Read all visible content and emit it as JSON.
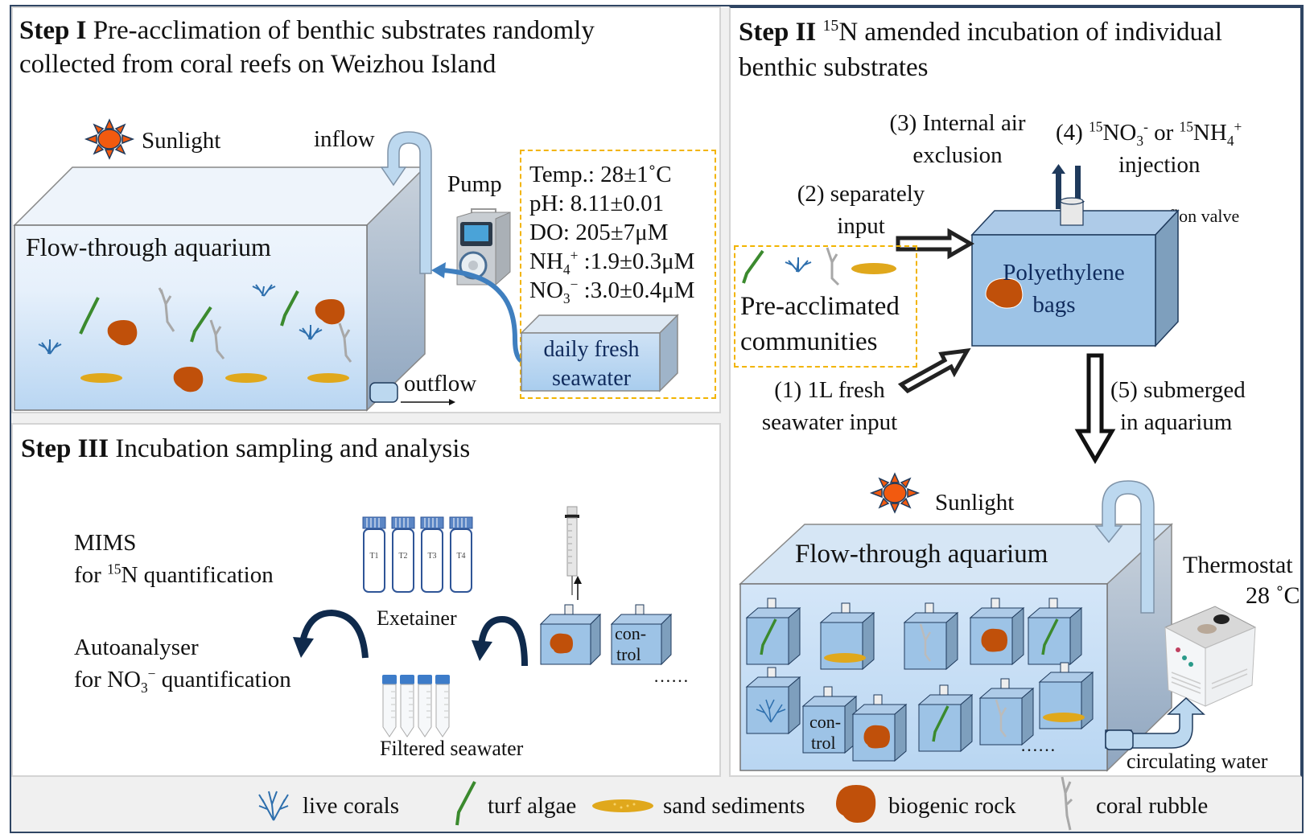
{
  "step1": {
    "title_bold": "Step I",
    "title_line1": " Pre-acclimation of benthic substrates randomly",
    "title_line2": "collected from coral reefs on Weizhou Island",
    "sunlight": "Sunlight",
    "inflow": "inflow",
    "pump": "Pump",
    "aquarium_label": "Flow-through aquarium",
    "outflow": "outflow",
    "fresh_seawater_line1": "daily fresh",
    "fresh_seawater_line2": "seawater",
    "params": {
      "temp": "Temp.: 28±1˚C",
      "ph": "pH: 8.11±0.01",
      "do": "DO: 205±7μM",
      "nh4_prefix": "NH",
      "nh4_sub": "4",
      "nh4_sup": "+",
      "nh4_value": " :1.9±0.3μM",
      "no3_prefix": "NO",
      "no3_sub": "3",
      "no3_sup": "−",
      "no3_value": " :3.0±0.4μM"
    }
  },
  "step2": {
    "title_bold": "Step II",
    "title_sup": "15",
    "title_line1": "N amended incubation of individual",
    "title_line2": "benthic substrates",
    "step3_label_line1": "(3) Internal air",
    "step3_label_line2": "exclusion",
    "step4_prefix": "(4) ",
    "step4_sup1": "15",
    "step4_no": "NO",
    "step4_sub1": "3",
    "step4_sup2": "-",
    "step4_or": " or ",
    "step4_sup3": "15",
    "step4_nh": "NH",
    "step4_sub2": "4",
    "step4_sup4": "+",
    "step4_line2": "injection",
    "step2_label_line1": "(2) separately",
    "step2_label_line2": "input",
    "teflon_valve": "Teflon valve",
    "communities_line1": "Pre-acclimated",
    "communities_line2": "communities",
    "bag_line1": "Polyethylene",
    "bag_line2": "bags",
    "step1_label_line1": "(1) 1L fresh",
    "step1_label_line2": "seawater input",
    "step5_label_line1": "(5) submerged",
    "step5_label_line2": "in aquarium",
    "sunlight": "Sunlight",
    "aquarium_label": "Flow-through aquarium",
    "thermostat": "Thermostat",
    "thermostat_temp": "28 ˚C",
    "circulating_water": "circulating water",
    "control_line1": "con-",
    "control_line2": "trol",
    "ellipsis": "……"
  },
  "step3": {
    "title_bold": "Step III",
    "title_rest": " Incubation sampling and analysis",
    "mims": "MIMS",
    "mims_for_prefix": "for ",
    "mims_sup": "15",
    "mims_for_rest": "N quantification",
    "autoanalyser": "Autoanalyser",
    "auto_for_prefix": "for NO",
    "auto_sub": "3",
    "auto_sup": "−",
    "auto_for_rest": " quantification",
    "exetainer": "Exetainer",
    "vials": [
      "T1",
      "T2",
      "T3",
      "T4"
    ],
    "filtered_seawater": "Filtered seawater",
    "control_line1": "con-",
    "control_line2": "trol",
    "ellipsis": "……"
  },
  "legend": {
    "items": [
      {
        "icon": "live-coral-icon",
        "label": "live corals"
      },
      {
        "icon": "turf-algae-icon",
        "label": "turf algae"
      },
      {
        "icon": "sand-sediment-icon",
        "label": "sand sediments"
      },
      {
        "icon": "biogenic-rock-icon",
        "label": "biogenic rock"
      },
      {
        "icon": "coral-rubble-icon",
        "label": "coral rubble"
      }
    ]
  },
  "colors": {
    "panel_border": "#2f4563",
    "water_light": "#e8f2fc",
    "water_dark": "#b9d6f2",
    "bag_blue": "#9dc3e6",
    "rock": "#c0500a",
    "algae": "#3b8a2e",
    "coral": "#2e6fad",
    "sand": "#e0a81c",
    "rubble": "#a8a8a8",
    "sun": "#f25a0f",
    "dashed_box": "#f2b400"
  }
}
